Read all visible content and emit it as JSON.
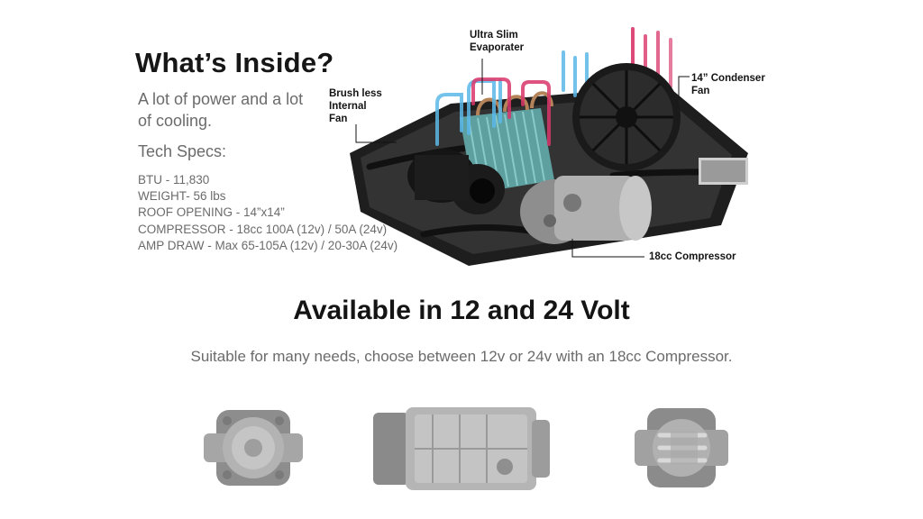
{
  "heading": "What’s Inside?",
  "intro": "A lot of power and a lot of cooling.",
  "specs": {
    "title": "Tech Specs:",
    "items": [
      "BTU - 11,830",
      "WEIGHT- 56 lbs",
      "ROOF OPENING - 14”x14”",
      "COMPRESSOR - 18cc 100A (12v) / 50A (24v)",
      "AMP DRAW - Max 65-105A (12v) / 20-30A (24v)"
    ]
  },
  "callouts": {
    "evaporator": [
      "Ultra Slim",
      "Evaporater"
    ],
    "condenser": [
      "14” Condenser",
      "Fan"
    ],
    "fan": [
      "Brush less",
      "Internal",
      "Fan"
    ],
    "compressor": [
      "18cc Compressor"
    ]
  },
  "section2": {
    "title": "Available in 12 and 24 Volt",
    "subtitle": "Suitable for many needs, choose between 12v or 24v with an 18cc Compressor."
  },
  "colors": {
    "hot_air": "#d9366a",
    "cold_air": "#5ab8e8",
    "unit_body": "#2a2a2a",
    "coil": "#6fb7b8",
    "compressor_metal": "#a9a9a9"
  }
}
